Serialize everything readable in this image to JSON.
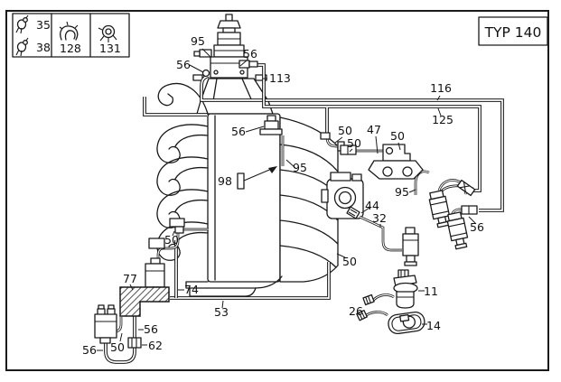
{
  "legend": {
    "items": [
      {
        "id": "clamp-35",
        "label": "35"
      },
      {
        "id": "clamp-38",
        "label": "38"
      },
      {
        "id": "elbow-128",
        "label": "128"
      },
      {
        "id": "grommet-131",
        "label": "131"
      }
    ]
  },
  "title_box": {
    "label": "TYP 140"
  },
  "callouts": [
    {
      "part": "95"
    },
    {
      "part": "56"
    },
    {
      "part": "56"
    },
    {
      "part": "113"
    },
    {
      "part": "116"
    },
    {
      "part": "125"
    },
    {
      "part": "50"
    },
    {
      "part": "50"
    },
    {
      "part": "47"
    },
    {
      "part": "50"
    },
    {
      "part": "56"
    },
    {
      "part": "95"
    },
    {
      "part": "98"
    },
    {
      "part": "50"
    },
    {
      "part": "44"
    },
    {
      "part": "32"
    },
    {
      "part": "95"
    },
    {
      "part": "56"
    },
    {
      "part": "50"
    },
    {
      "part": "77"
    },
    {
      "part": "74"
    },
    {
      "part": "53"
    },
    {
      "part": "56"
    },
    {
      "part": "62"
    },
    {
      "part": "50"
    },
    {
      "part": "56"
    },
    {
      "part": "11"
    },
    {
      "part": "26"
    },
    {
      "part": "14"
    }
  ]
}
